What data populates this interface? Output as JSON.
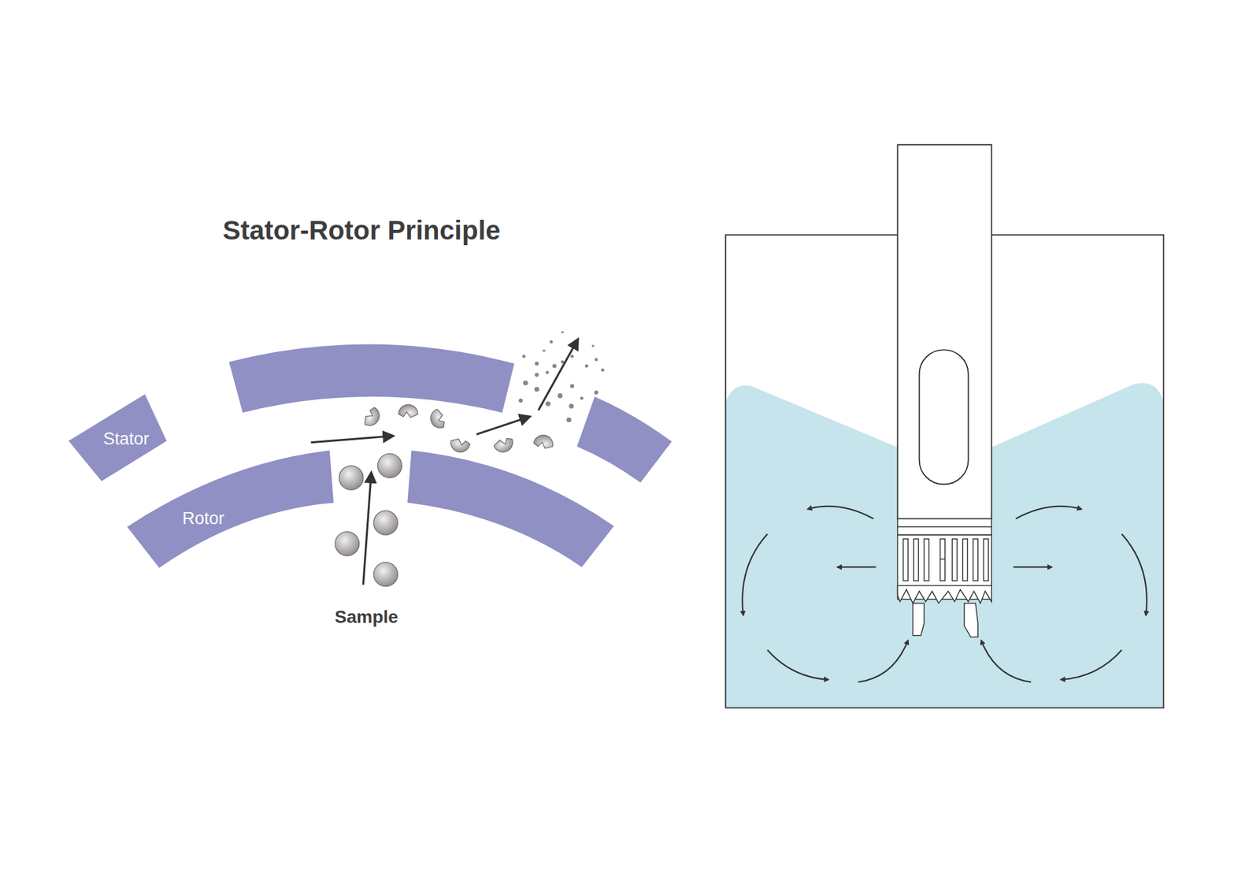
{
  "diagram": {
    "title": "Stator-Rotor Principle",
    "nodes": [
      {
        "text": [
          "Stator"
        ]
      },
      {
        "text": [
          "Rotor"
        ]
      }
    ],
    "labels": [
      "Sample"
    ]
  }
}
